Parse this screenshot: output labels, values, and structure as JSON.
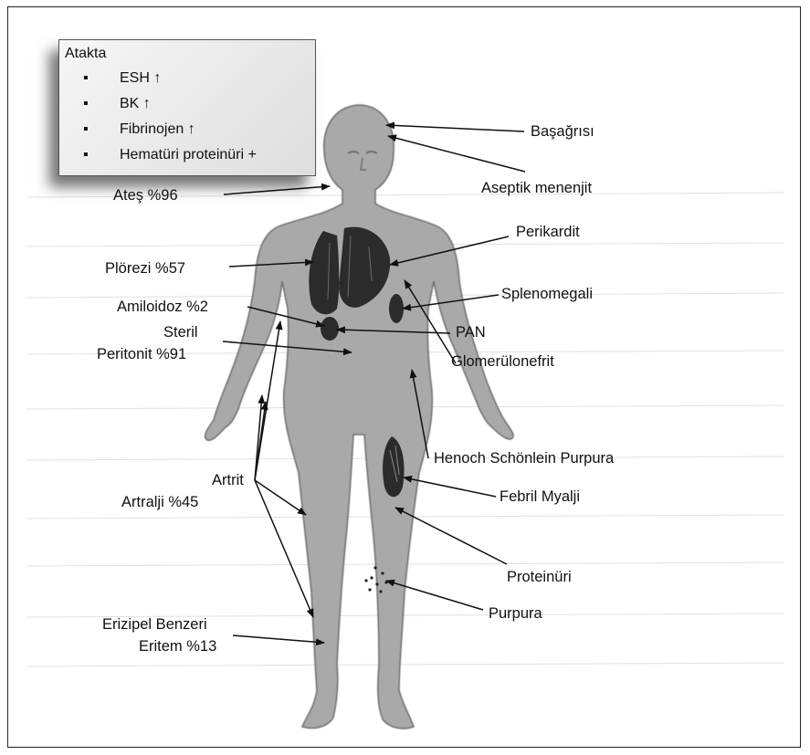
{
  "atakta_box": {
    "title": "Atakta",
    "items": [
      {
        "bullet": "▪",
        "text": "ESH ↑"
      },
      {
        "bullet": "▪",
        "text": "BK ↑"
      },
      {
        "bullet": "▪",
        "text": "Fibrinojen ↑"
      },
      {
        "bullet": "▪",
        "text": "Hematüri proteinüri +"
      }
    ]
  },
  "labels": {
    "basagrisi": "Başağrısı",
    "aseptik": "Aseptik menenjit",
    "ates": "Ateş %96",
    "perikardit": "Perikardit",
    "plorezi": "Plörezi %57",
    "splenomegali": "Splenomegali",
    "amiloidoz": "Amiloidoz %2",
    "pan": "PAN",
    "steril": "Steril",
    "peritonit": "Peritonit %91",
    "glomerulonefrit": "Glomerülonefrit",
    "henoch": "Henoch Schönlein Purpura",
    "artrit": "Artrit",
    "artralji": "Artralji %45",
    "febril": "Febril Myalji",
    "proteinuri": "Proteinüri",
    "purpura": "Purpura",
    "erizipel": "Erizipel Benzeri",
    "eritem": "Eritem %13"
  }
}
